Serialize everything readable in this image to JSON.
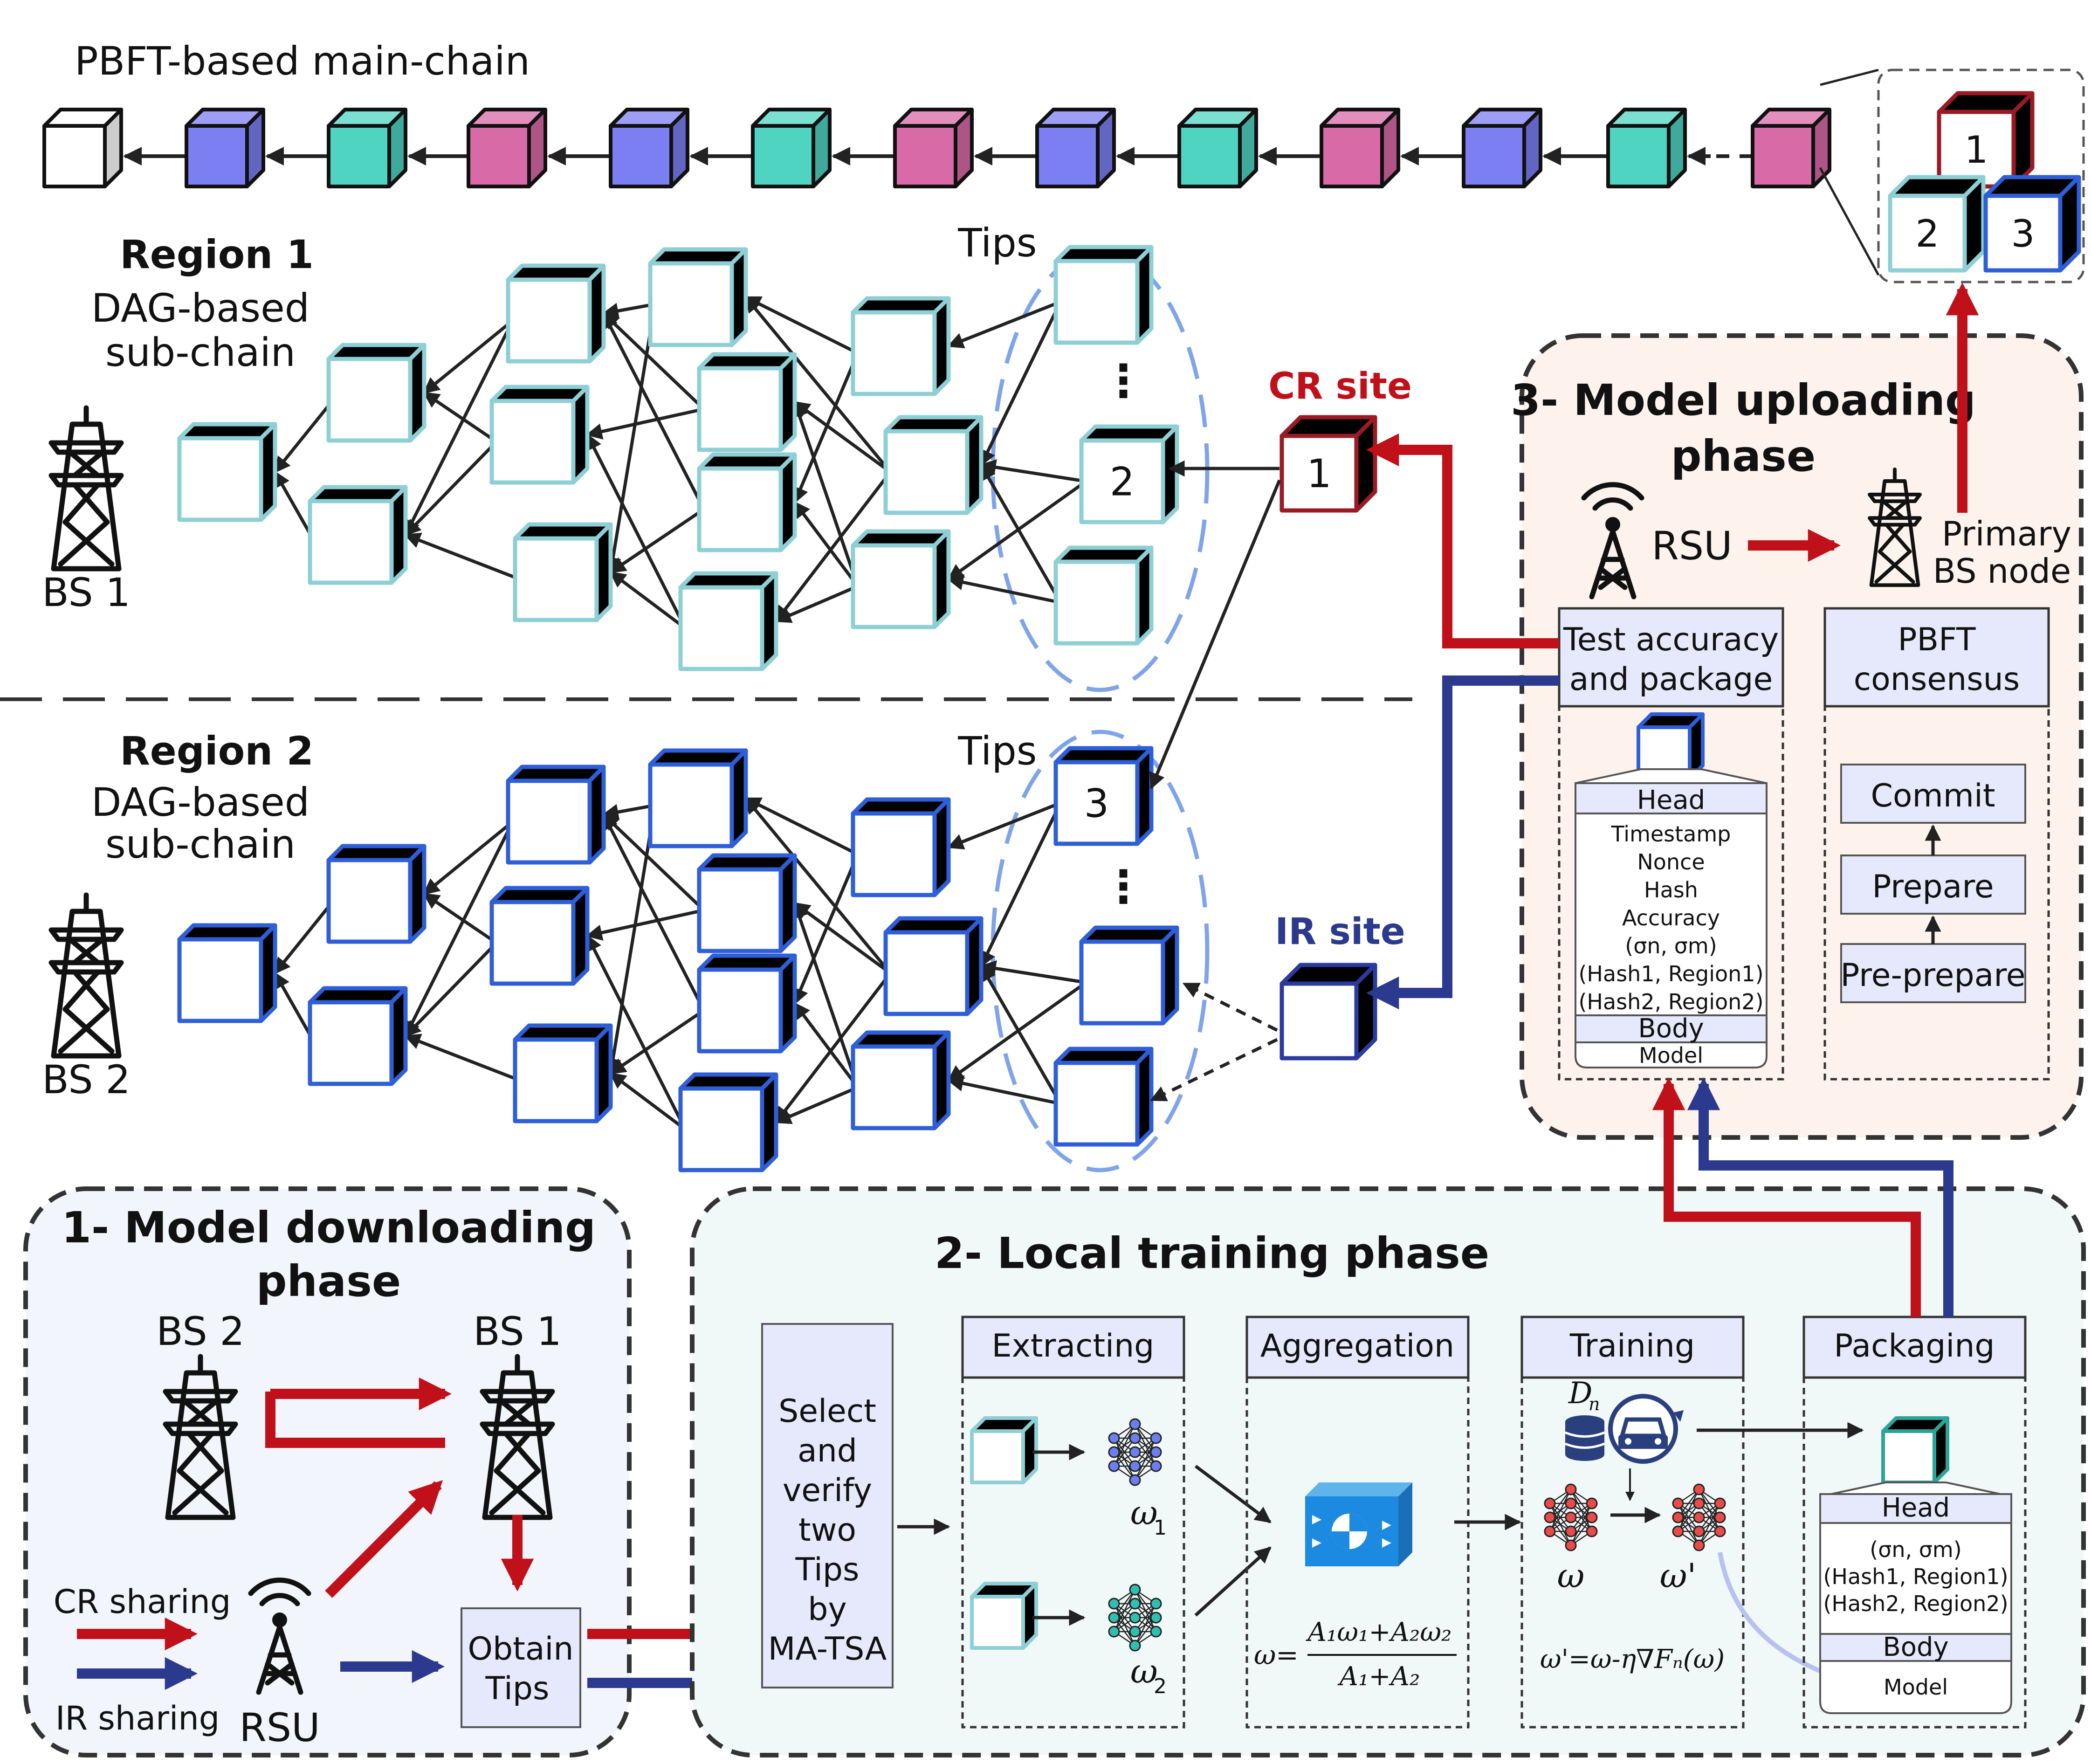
{
  "colors": {
    "red": "#c0101a",
    "navy": "#2b3a8f",
    "light_cube": "#8ecfd6",
    "blue_cube": "#2e5fd8",
    "blue_block": "#7b7ff2",
    "teal_block": "#4fd4c2",
    "pink_block": "#d96aa8",
    "phase_peach": "#fdf3ec",
    "phase_lavender": "#f3f5fd",
    "phase_mint": "#f1f8f8",
    "header_fill": "#e6e9fb",
    "cr_site": "#9b1b24",
    "ir_site": "#2b3a9f"
  },
  "icons": [
    "cube-icon",
    "transmission-tower-icon",
    "antenna-icon",
    "neural-network-icon",
    "database-icon",
    "car-sync-icon",
    "aggregation-box-icon"
  ],
  "main_chain": {
    "title": "PBFT-based main-chain",
    "block_colors": [
      "white",
      "blue",
      "teal",
      "pink",
      "blue",
      "teal",
      "pink",
      "blue",
      "teal",
      "pink",
      "blue",
      "teal",
      "pink"
    ],
    "zoom_labels": [
      "1",
      "2",
      "3"
    ]
  },
  "region1": {
    "title": "Region 1",
    "subtitle1": "DAG-based",
    "subtitle2": "sub-chain",
    "bs_label": "BS 1",
    "tips_label": "Tips",
    "dots": "⋮",
    "tip_number": "2"
  },
  "region2": {
    "title": "Region 2",
    "subtitle1": "DAG-based",
    "subtitle2": "sub-chain",
    "bs_label": "BS 2",
    "tips_label": "Tips",
    "dots": "⋮",
    "tip_number": "3"
  },
  "sites": {
    "cr_label": "CR site",
    "cr_number": "1",
    "ir_label": "IR site"
  },
  "phase3": {
    "title_line1": "3- Model uploading",
    "title_line2": "phase",
    "rsu_label": "RSU",
    "primary_line1": "Primary",
    "primary_line2": "BS node",
    "test_line1": "Test accuracy",
    "test_line2": "and package",
    "head": "Head",
    "head_fields": [
      "Timestamp",
      "Nonce",
      "Hash",
      "Accuracy",
      "(σn, σm)",
      "(Hash1, Region1)",
      "(Hash2, Region2)"
    ],
    "body": "Body",
    "model": "Model",
    "pbft_line1": "PBFT",
    "pbft_line2": "consensus",
    "commit": "Commit",
    "prepare": "Prepare",
    "preprepare": "Pre-prepare"
  },
  "phase1": {
    "title_line1": "1- Model downloading",
    "title_line2": "phase",
    "bs2": "BS 2",
    "bs1": "BS 1",
    "cr_sharing": "CR sharing",
    "ir_sharing": "IR sharing",
    "rsu": "RSU",
    "obtain_line1": "Obtain",
    "obtain_line2": "Tips"
  },
  "phase2": {
    "title": "2- Local training phase",
    "select_lines": [
      "Select",
      "and",
      "verify",
      "two",
      "Tips",
      "by",
      "MA-TSA"
    ],
    "extracting": "Extracting",
    "aggregation": "Aggregation",
    "training": "Training",
    "packaging": "Packaging",
    "w1": "ω",
    "w1_sub": "1",
    "w2": "ω",
    "w2_sub": "2",
    "dn": "D",
    "dn_sub": "n",
    "w_train": "ω",
    "w_prime": "ω'",
    "agg_formula_lhs": "ω=",
    "agg_formula_num": "A₁ω₁+A₂ω₂",
    "agg_formula_den": "A₁+A₂",
    "train_formula": "ω'=ω-η∇Fₙ(ω)",
    "pack_head": "Head",
    "pack_fields": [
      "(σn, σm)",
      "(Hash1, Region1)",
      "(Hash2, Region2)"
    ],
    "pack_body": "Body",
    "pack_model": "Model"
  }
}
